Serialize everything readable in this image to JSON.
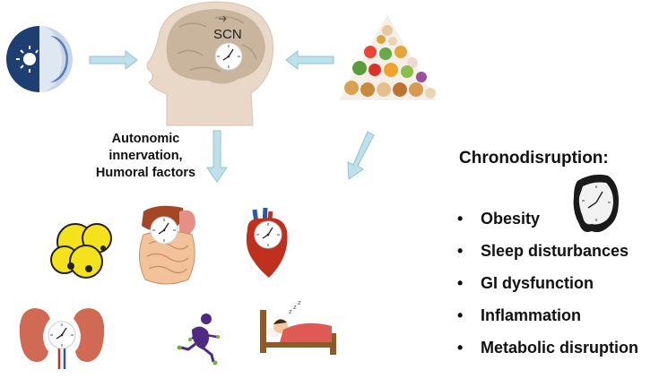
{
  "brain": {
    "scn_label": "SCN"
  },
  "pathway": {
    "label_lines": [
      "Autonomic",
      "innervation,",
      "Humoral factors"
    ]
  },
  "chronodisruption": {
    "title": "Chronodisruption:",
    "bullet": "•",
    "effects": [
      "Obesity",
      "Sleep disturbances",
      "GI dysfunction",
      "Inflammation",
      "Metabolic disruption"
    ]
  },
  "icons": [
    "sun-moon-icon",
    "head-brain-icon",
    "food-pyramid-icon",
    "clock-icon",
    "adipose-tissue-icon",
    "digestive-system-icon",
    "heart-icon",
    "kidney-icon",
    "running-person-icon",
    "bed-sleeping-icon",
    "melting-clock-icon"
  ],
  "colors": {
    "arrow": "#bfe0ea",
    "arrow_stroke": "#8ec3d2",
    "head": "#e9d8c8",
    "brain": "#c9b49d",
    "fat": "#f4e21c",
    "liver": "#a34725",
    "heart": "#c0301f",
    "kidney": "#d16a55",
    "runner": "#4e2a82",
    "blanket": "#e05a55",
    "bed": "#8d5a2b",
    "night_blue": "#1f3f72"
  }
}
